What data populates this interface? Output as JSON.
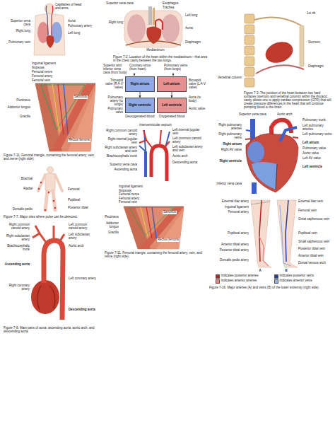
{
  "diagram": {
    "nodes": [
      {
        "text": [
          "Right atrium"
        ]
      },
      {
        "text": [
          "Left atrium"
        ]
      },
      {
        "text": [
          "Right ventricle"
        ]
      },
      {
        "text": [
          "Left ventricle"
        ]
      }
    ],
    "edges": [
      {
        "from": 0,
        "to": 2,
        "arrow": "to"
      },
      {
        "from": 1,
        "to": 3,
        "arrow": "to"
      }
    ],
    "labels": [
      "Capillaries of head and arms",
      "Superior vena cava",
      "Aorta",
      "Pulmonary artery",
      "Right lung",
      "Left lung",
      "Pulmonary vein",
      "Superior vena cava",
      "Esophagus",
      "Trachea",
      "Right lung",
      "Left lung",
      "Aorta",
      "Diaphragm",
      "Mediastinum",
      "Figure 7-2. Location of the heart within the mediastinum—that area in the chest cavity between the two lungs.",
      "1st rib",
      "Sternum",
      "Diaphragm",
      "Vertebral column",
      "Figure 7-3. The position of the heart between two hard surfaces (sternum and vertebral column) within the thoracic cavity allows one to apply cardiac compression (CPR) that will create pressure differences in the heart that will continue pumping blood to the brain.",
      "Inguinal ligament",
      "Iliopsoas",
      "Femoral nerve",
      "Femoral artery",
      "Femoral vein",
      "Pectineus",
      "Adductor longus",
      "Gracilis",
      "Sartorius",
      "Rectus femoris",
      "Figure 7-11. Femoral triangle, containing the femoral artery, vein, and nerve (right side).",
      "Superior and inferior vena cava (from body)",
      "Coronary sinus (from heart)",
      "Pulmonary veins (from lungs)",
      "Tricuspid valve (R A-V valve)",
      "Pulmonary artery (to lungs)",
      "Pulmonary valve",
      "Bicuspid valve (L A-V valve)",
      "Aorta (to body)",
      "Aortic valve",
      "Deoxygenated blood",
      "Oxygenated blood",
      "Interventricular septum",
      "Right common carotid artery",
      "Right internal jugular vein",
      "Right subclavian artery and vein",
      "Brachiocephalic trunk",
      "Superior vena cava",
      "Left internal jugular vein",
      "Left common carotid artery",
      "Left subclavian artery and vein",
      "Aortic arch",
      "Descending aorta",
      "Ascending aorta",
      "Inguinal ligament",
      "Iliopsoas",
      "Femoral nerve",
      "Femoral artery",
      "Femoral vein",
      "Pectineus",
      "Adductor longus",
      "Gracilis",
      "Sartorius",
      "Rectus femoris",
      "Figure 7-11. Femoral triangle, containing the femoral artery, vein, and nerve (right side).",
      "Superior vena cava",
      "Aortic arch",
      "Right pulmonary arteries",
      "Pulmonary trunk",
      "Right pulmonary veins",
      "Left pulmonary arteries",
      "Left pulmonary veins",
      "Left atrium",
      "Right atrium",
      "Right AV valve",
      "Pulmonary valve",
      "Aortic valve",
      "Left AV valve",
      "Right ventricle",
      "Left ventricle",
      "Inferior vena cava",
      "Brachial",
      "Radial",
      "Femoral",
      "Popliteal",
      "Posterior tibial",
      "Dorsalis pedis",
      "Figure 7-7. Major sites where pulse can be detected.",
      "Right common carotid artery",
      "Right subclavian artery",
      "Brachiocephalic trunk",
      "Ascending aorta",
      "Right coronary artery",
      "Left common carotid artery",
      "Left subclavian artery",
      "Aortic arch",
      "Left coronary artery",
      "Descending aorta",
      "Figure 7-8. Main parts of aorta: ascending aorta, aortic arch, and descending aorta.",
      "External iliac artery",
      "Inguinal ligament",
      "Femoral artery",
      "Popliteal artery",
      "Anterior tibial artery",
      "Posterior tibial artery",
      "Dorsalis pedis artery",
      "External iliac vein",
      "Femoral vein",
      "Great saphenous vein",
      "Popliteal vein",
      "Small saphenous vein",
      "Posterior tibial vein",
      "Anterior tibial vein",
      "Dorsal venous arch",
      "A",
      "B",
      "Figure 7-16. Major arteries (A) and veins (B) of the lower extremity (right side)."
    ],
    "legend": [
      {
        "text": "Indicates posterior arteries",
        "color": "#b22222"
      },
      {
        "text": "Indicates anterior arteries",
        "color": "#f08080"
      },
      {
        "text": "Indicates posterior veins",
        "color": "#1f3f9a"
      },
      {
        "text": "Indicates anterior veins",
        "color": "#8fb0e8"
      }
    ]
  }
}
